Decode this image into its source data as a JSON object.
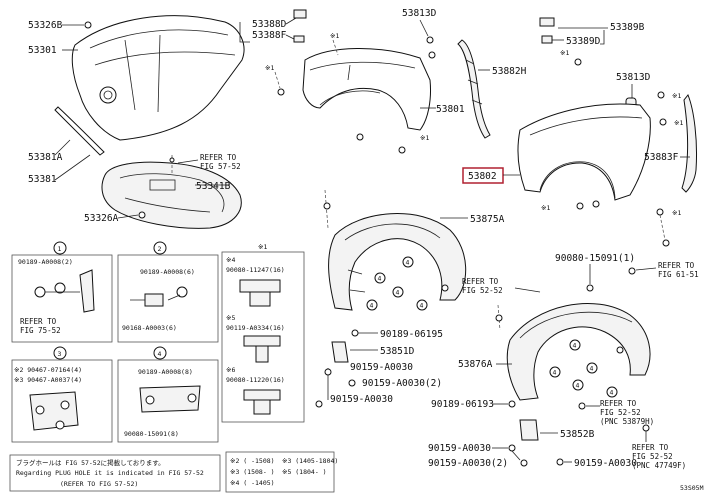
{
  "labels": {
    "p53326B": "53326B",
    "p53301": "53301",
    "p53381A": "53381A",
    "p53381": "53381",
    "p53341B": "53341B",
    "p53326A": "53326A",
    "refer_fig_57_52_a": "REFER TO",
    "refer_fig_57_52_b": "FIG 57-52",
    "p53388D": "53388D",
    "p53388F": "53388F",
    "p53813D_a": "53813D",
    "p53882H": "53882H",
    "p53801": "53801",
    "p53389B": "53389B",
    "p53389D": "53389D",
    "p53813D_b": "53813D",
    "p53883F": "53883F",
    "p53802": "53802",
    "p53875A": "53875A",
    "p90189_06195": "90189-06195",
    "p53851D": "53851D",
    "p90159_A0030_a": "90159-A0030",
    "p90159_A0030_2": "90159-A0030(2)",
    "p90159_A0030_b": "90159-A0030",
    "p90080_15091_1": "90080-15091(1)",
    "refer_fig_52_52_a1": "REFER TO",
    "refer_fig_52_52_a2": "FIG 52-52",
    "refer_fig_61_51_1": "REFER TO",
    "refer_fig_61_51_2": "FIG 61-51",
    "p53876A": "53876A",
    "p90189_06193": "90189-06193",
    "refer_fig_52_52_b1": "REFER TO",
    "refer_fig_52_52_b2": "FIG 52-52",
    "refer_fig_52_52_b3": "(PNC 53879H)",
    "p53852B": "53852B",
    "p90159_A0030_c": "90159-A0030",
    "p90159_A0030_2b": "90159-A0030(2)",
    "p90159_A0030_d": "90159-A0030",
    "refer_fig_52_52_c1": "REFER TO",
    "refer_fig_52_52_c2": "FIG 52-52",
    "refer_fig_52_52_c3": "(PNC 47749F)",
    "corner_code": "53S05M"
  },
  "markers": {
    "c1": "1",
    "c2": "2",
    "c3": "3",
    "c4": "4",
    "s1": "※1"
  },
  "detail_boxes": {
    "box1": {
      "part_a": "90189-A0008(2)",
      "refer_a": "REFER TO",
      "refer_b": "FIG 75-52"
    },
    "box2": {
      "part_a": "90189-A0008(6)",
      "part_b": "90168-A0003(6)"
    },
    "box3": {
      "line_a": "※2 90467-07164(4)",
      "line_b": "※3 90467-A0037(4)"
    },
    "box4": {
      "part_a": "90189-A0008(8)",
      "part_b": "90080-15091(8)"
    },
    "box_s1": {
      "t4": "※4",
      "p1": "90080-11247(16)",
      "t5": "※5",
      "p2": "90119-A0334(16)",
      "t6": "※6",
      "p3": "90080-11220(16)"
    }
  },
  "notes": {
    "line1": "ブラグホールは FIG 57-52に掲載しております。",
    "line2": "Regarding PLUG HOLE it is indicated in FIG 57-52",
    "line3": "(REFER TO FIG 57-52)"
  },
  "legend": {
    "r1a": "※2 (   -1508)",
    "r1b": "※3 (1405-1804)",
    "r2a": "※3 (1508-   )",
    "r2b": "※5 (1804-   )",
    "r3a": "※4 (   -1405)"
  }
}
